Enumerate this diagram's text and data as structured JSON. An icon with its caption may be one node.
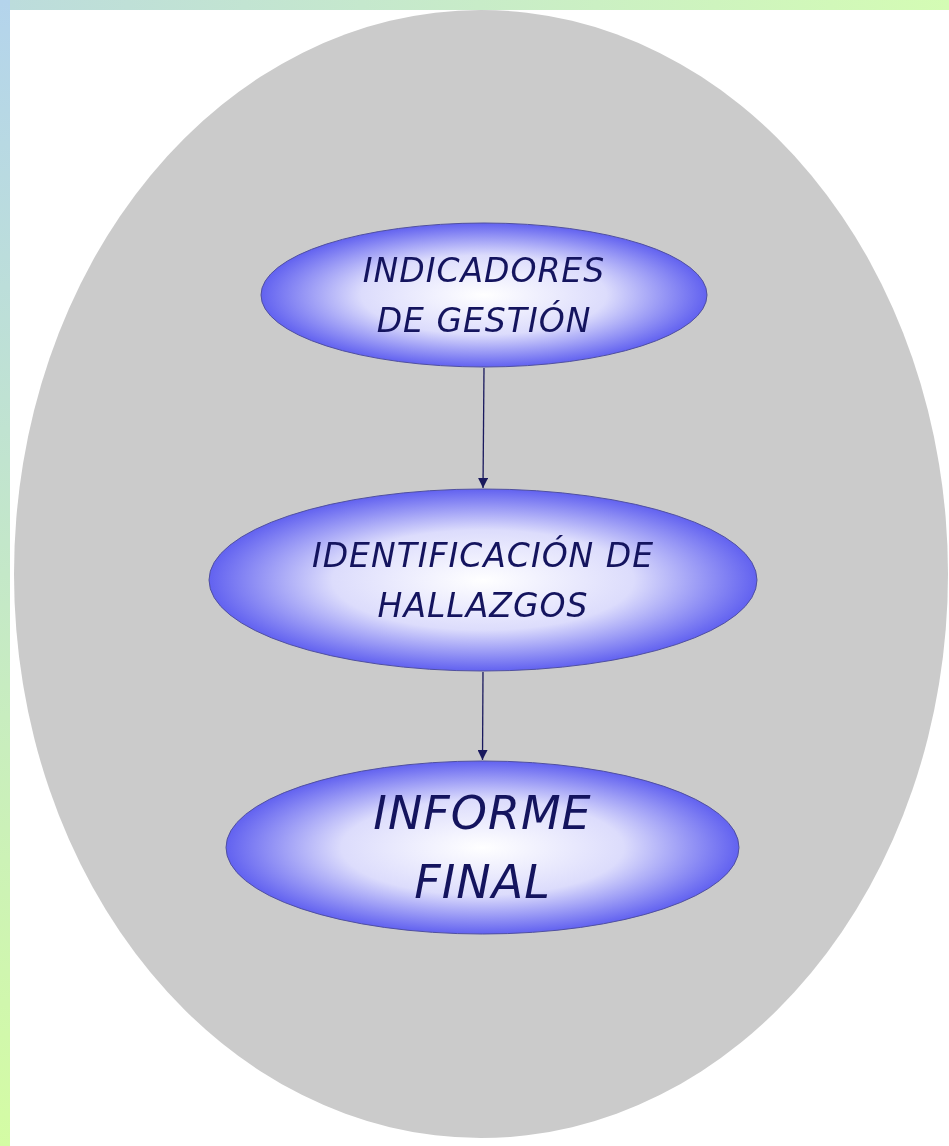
{
  "diagram": {
    "nodes": [
      {
        "text": [
          "INDICADORES DE GESTIÓN"
        ]
      },
      {
        "text": [
          "IDENTIFICACIÓN DE HALLAZGOS"
        ]
      },
      {
        "text": [
          "INFORME FINAL"
        ]
      }
    ],
    "edges": [
      {
        "from": 0,
        "to": 1,
        "arrow": "to"
      },
      {
        "from": 1,
        "to": 2,
        "arrow": "to"
      }
    ]
  }
}
